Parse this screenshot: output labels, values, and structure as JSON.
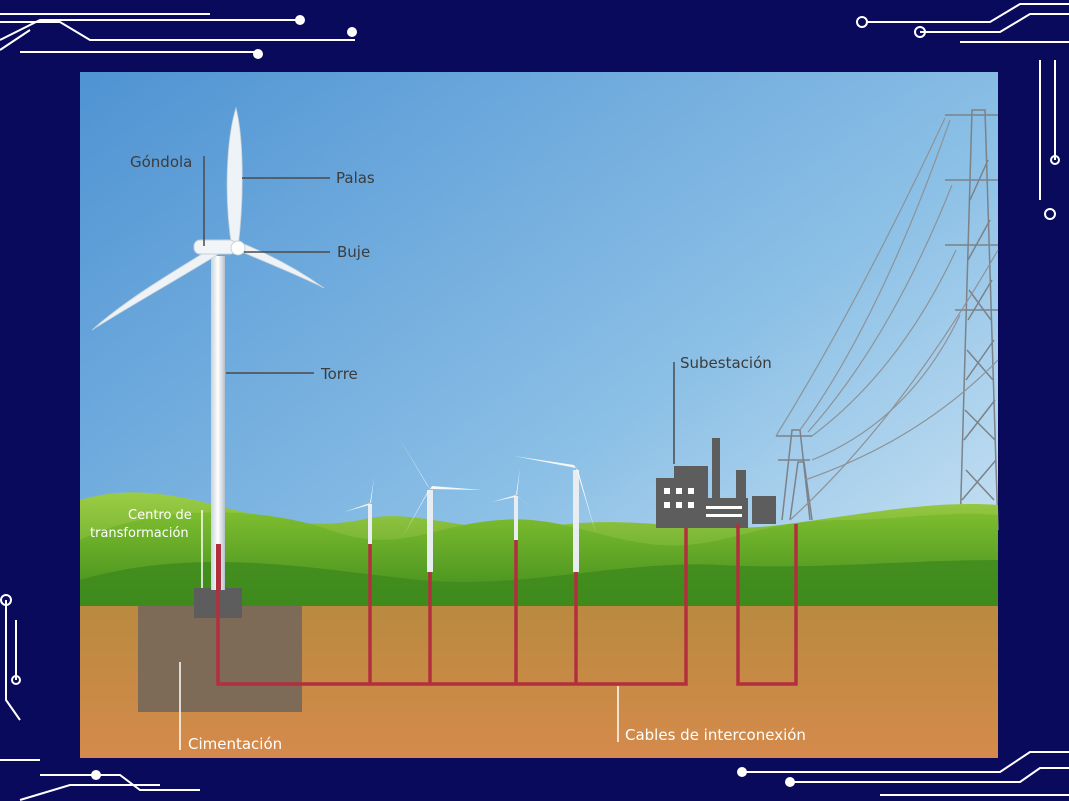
{
  "labels": {
    "gondola": "Góndola",
    "palas": "Palas",
    "buje": "Buje",
    "torre": "Torre",
    "subestacion": "Subestación",
    "centro_line1": "Centro de",
    "centro_line2": "transformación",
    "cimentacion": "Cimentación",
    "cables": "Cables de interconexión"
  },
  "colors": {
    "background": "#0a0a5c",
    "sky_top": "#5b9fd8",
    "sky_bottom": "#d7ebf6",
    "grass_dark": "#3f8f1a",
    "grass_light": "#8cc63e",
    "soil": "#c98c47",
    "cable": "#b2303e",
    "foundation": "#7a6a59"
  }
}
